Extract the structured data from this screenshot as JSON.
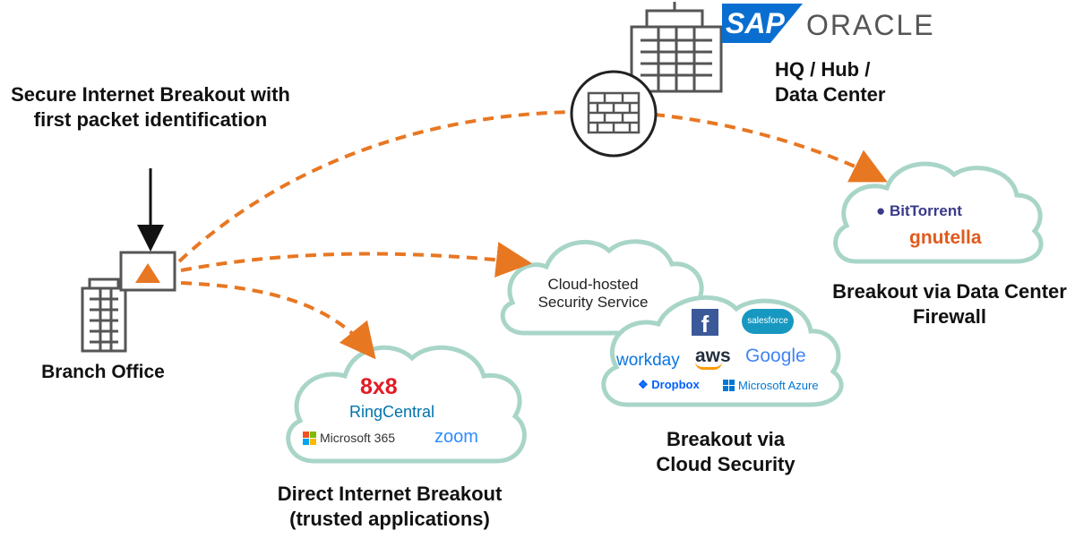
{
  "labels": {
    "breakout_title": "Secure Internet Breakout with first packet identification",
    "branch_office": "Branch Office",
    "hq": "HQ / Hub / Data Center",
    "direct_breakout": "Direct Internet Breakout (trusted applications)",
    "cloud_security_breakout": "Breakout via Cloud Security",
    "dc_firewall_breakout": "Breakout via Data Center Firewall",
    "cloud_hosted": "Cloud-hosted Security Service"
  },
  "logos": {
    "sap": "SAP",
    "oracle": "ORACLE",
    "bittorrent": "BitTorrent",
    "gnutella": "gnutella",
    "eight_by_eight": "8x8",
    "ringcentral": "RingCentral",
    "microsoft365": "Microsoft 365",
    "zoom": "zoom",
    "facebook": "f",
    "salesforce": "salesforce",
    "workday": "workday",
    "aws": "aws",
    "google": "Google",
    "dropbox": "Dropbox",
    "azure": "Microsoft Azure"
  },
  "colors": {
    "arrow": "#E87722",
    "cloud_stroke": "#A8D5C8",
    "building": "#555555",
    "sap_blue": "#0A6ED1",
    "oracle": "#555555",
    "eight_by_eight": "#E31B23",
    "ringcentral": "#0073AE",
    "zoom": "#2D8CFF",
    "facebook": "#3B5998",
    "salesforce": "#1798C1",
    "workday": "#0875E1",
    "aws_orange": "#FF9900",
    "dropbox": "#0061FE",
    "azure": "#0078D4",
    "bittorrent": "#3A3A8A",
    "gnutella": "#E05A1C"
  }
}
